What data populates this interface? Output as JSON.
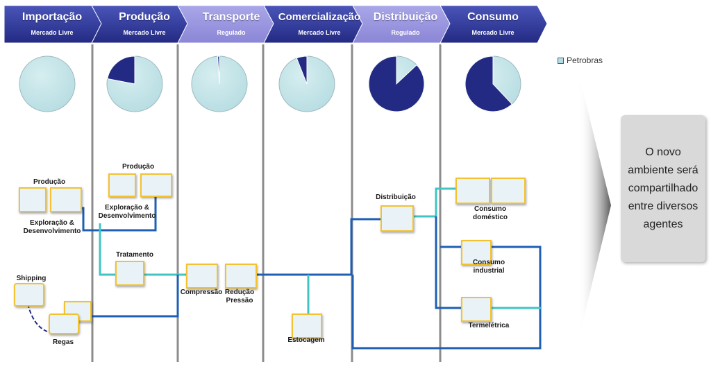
{
  "stages": [
    {
      "title": "Importação",
      "subtitle": "Mercado Livre",
      "petrobras_share": 0.0
    },
    {
      "title": "Produção",
      "subtitle": "Mercado Livre",
      "petrobras_share": 0.22
    },
    {
      "title": "Transporte",
      "subtitle": "Regulado",
      "petrobras_share": 0.01
    },
    {
      "title": "Comercialização",
      "subtitle": "Mercado Livre",
      "petrobras_share": 0.06
    },
    {
      "title": "Distribuição",
      "subtitle": "Regulado",
      "petrobras_share": 0.87
    },
    {
      "title": "Consumo",
      "subtitle": "Mercado Livre",
      "petrobras_share": 0.62
    }
  ],
  "legend": {
    "label": "Petrobras"
  },
  "colors": {
    "chevron_dark": "#232a83",
    "chevron_light": "#8b86d6",
    "pie_fill": "#b7dde2",
    "pie_share": "#232a83",
    "pipe_dark": "#1e5fb4",
    "pipe_light": "#3fc5c3"
  },
  "labels": {
    "producao_1": "Produção",
    "exploracao_1": "Exploração &\nDesenvolvimento",
    "producao_2": "Produção",
    "exploracao_2": "Exploração &\nDesenvolvimento",
    "tratamento": "Tratamento",
    "shipping": "Shipping",
    "regas": "Regas",
    "compressao": "Compressão",
    "reducao": "Redução\nPressão",
    "estocagem": "Estocagem",
    "distribuicao": "Distribuição",
    "consumo_domestico": "Consumo\ndoméstico",
    "consumo_industrial": "Consumo\nindustrial",
    "termeletrica": "Termelétrica"
  },
  "callout": {
    "text": "O novo ambiente será compartilhado entre diversos agentes"
  }
}
